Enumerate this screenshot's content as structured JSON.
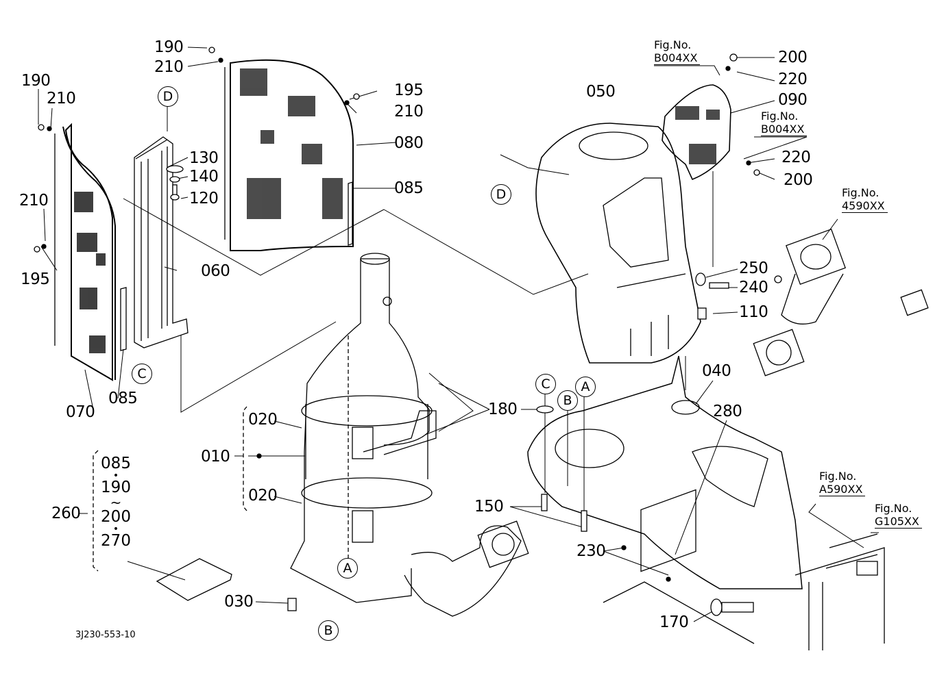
{
  "diagram": {
    "drawing_number": "3J230-553-10",
    "part_labels": [
      {
        "id": "190a",
        "text": "190"
      },
      {
        "id": "210a",
        "text": "210"
      },
      {
        "id": "190b",
        "text": "190"
      },
      {
        "id": "210b",
        "text": "210"
      },
      {
        "id": "210c",
        "text": "210"
      },
      {
        "id": "195a",
        "text": "195"
      },
      {
        "id": "195b",
        "text": "195"
      },
      {
        "id": "210d",
        "text": "210"
      },
      {
        "id": "130",
        "text": "130"
      },
      {
        "id": "140",
        "text": "140"
      },
      {
        "id": "120",
        "text": "120"
      },
      {
        "id": "080",
        "text": "080"
      },
      {
        "id": "085a",
        "text": "085"
      },
      {
        "id": "060",
        "text": "060"
      },
      {
        "id": "070",
        "text": "070"
      },
      {
        "id": "085b",
        "text": "085"
      },
      {
        "id": "050",
        "text": "050"
      },
      {
        "id": "200a",
        "text": "200"
      },
      {
        "id": "220a",
        "text": "220"
      },
      {
        "id": "090",
        "text": "090"
      },
      {
        "id": "220b",
        "text": "220"
      },
      {
        "id": "200b",
        "text": "200"
      },
      {
        "id": "250",
        "text": "250"
      },
      {
        "id": "240",
        "text": "240"
      },
      {
        "id": "110",
        "text": "110"
      },
      {
        "id": "040",
        "text": "040"
      },
      {
        "id": "280",
        "text": "280"
      },
      {
        "id": "180",
        "text": "180"
      },
      {
        "id": "020a",
        "text": "020"
      },
      {
        "id": "010",
        "text": "010"
      },
      {
        "id": "020b",
        "text": "020"
      },
      {
        "id": "150",
        "text": "150"
      },
      {
        "id": "230",
        "text": "230"
      },
      {
        "id": "170",
        "text": "170"
      },
      {
        "id": "030",
        "text": "030"
      },
      {
        "id": "260",
        "text": "260"
      }
    ],
    "kit_260": {
      "items": [
        "085",
        "190",
        "200",
        "270"
      ],
      "separators": [
        "•",
        "~",
        "•"
      ]
    },
    "figure_refs": [
      {
        "id": "fig1",
        "prefix": "Fig.No.",
        "code": "B004XX"
      },
      {
        "id": "fig2",
        "prefix": "Fig.No.",
        "code": "B004XX"
      },
      {
        "id": "fig3",
        "prefix": "Fig.No.",
        "code": "4590XX"
      },
      {
        "id": "fig4",
        "prefix": "Fig.No.",
        "code": "A590XX"
      },
      {
        "id": "fig5",
        "prefix": "Fig.No.",
        "code": "G105XX"
      }
    ],
    "connection_markers": [
      {
        "id": "D1",
        "text": "D"
      },
      {
        "id": "D2",
        "text": "D"
      },
      {
        "id": "C1",
        "text": "C"
      },
      {
        "id": "C2",
        "text": "C"
      },
      {
        "id": "B1",
        "text": "B"
      },
      {
        "id": "B2",
        "text": "B"
      },
      {
        "id": "A1",
        "text": "A"
      },
      {
        "id": "A2",
        "text": "A"
      }
    ]
  }
}
